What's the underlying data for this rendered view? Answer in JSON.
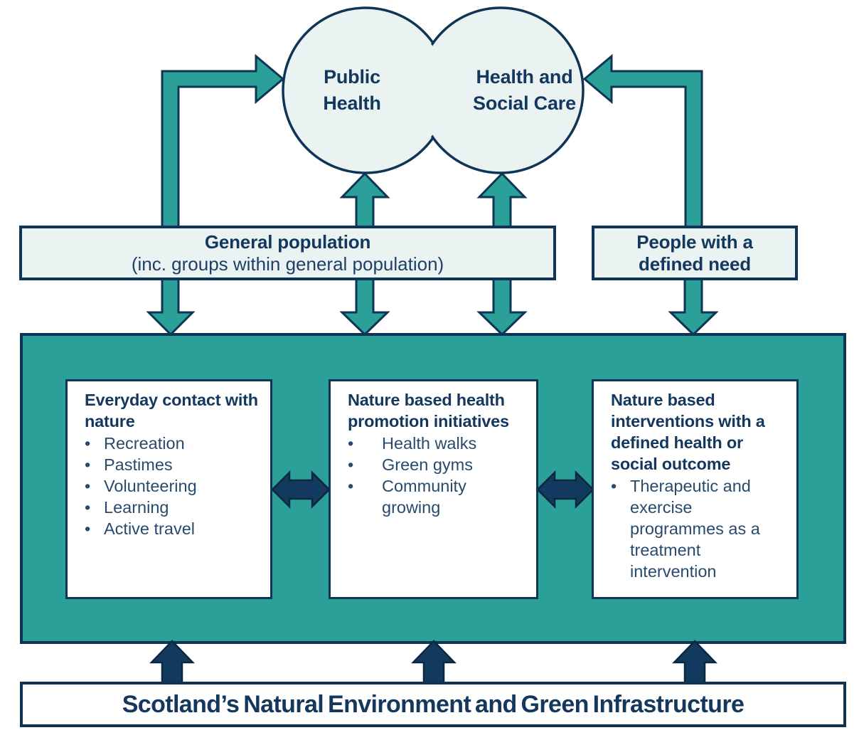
{
  "colors": {
    "teal": "#2aa099",
    "navy_border": "#0f3556",
    "mint_fill": "#eaf3f2",
    "dark_arrow": "#123a5e",
    "heading_text": "#14375d",
    "body_text": "#274a6d"
  },
  "top": {
    "left_circle": "Public Health",
    "right_circle": "Health and Social Care"
  },
  "bars": {
    "general_population": {
      "title": "General population",
      "subtitle": "(inc. groups within general population)"
    },
    "defined_need": "People with a defined need"
  },
  "panel": {
    "boxes": [
      {
        "title": "Everyday contact with nature",
        "items": [
          "Recreation",
          "Pastimes",
          "Volunteering",
          "Learning",
          "Active travel"
        ]
      },
      {
        "title": "Nature based health promotion initiatives",
        "items": [
          "Health walks",
          "Green gyms",
          "Community growing"
        ]
      },
      {
        "title": "Nature based interventions with a defined health or social outcome",
        "items": [
          "Therapeutic and exercise programmes as a treatment intervention"
        ]
      }
    ],
    "bullet_char": "•"
  },
  "footer": {
    "title": "Scotland’s Natural Environment and Green Infrastructure"
  }
}
